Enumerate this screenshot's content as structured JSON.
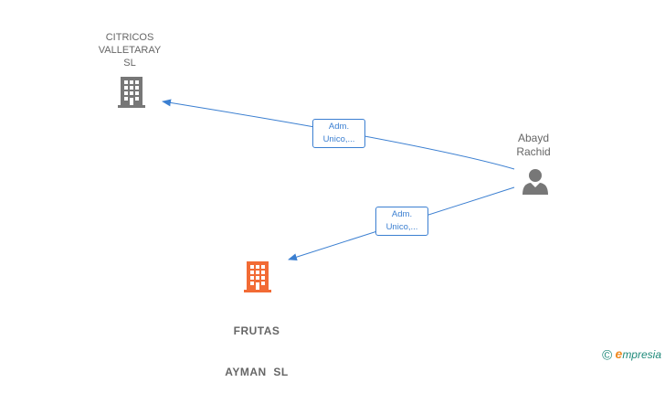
{
  "nodes": {
    "citricos": {
      "line1": "CITRICOS",
      "line2": "VALLETARAY",
      "line3": "SL",
      "icon": "building-icon",
      "color": "#777777"
    },
    "frutas": {
      "line1": "FRUTAS",
      "line2": "AYMAN  SL",
      "icon": "building-icon",
      "color": "#f26b35"
    },
    "abayd": {
      "line1": "Abayd",
      "line2": "Rachid",
      "icon": "person-icon",
      "color": "#777777"
    }
  },
  "edges": [
    {
      "from": "abayd",
      "to": "citricos",
      "label_line1": "Adm.",
      "label_line2": "Unico,..."
    },
    {
      "from": "abayd",
      "to": "frutas",
      "label_line1": "Adm.",
      "label_line2": "Unico,..."
    }
  ],
  "brand": {
    "copyright": "©",
    "initial": "e",
    "rest": "mpresia"
  },
  "colors": {
    "edge": "#3b7fd1"
  }
}
